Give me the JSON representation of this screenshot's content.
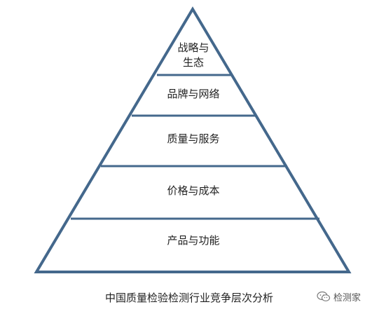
{
  "diagram": {
    "type": "pyramid",
    "colors": {
      "outline": "#44688c",
      "fill": "#ffffff",
      "text": "#222222"
    },
    "tiers": [
      {
        "label": "战略与\n生态"
      },
      {
        "label": "品牌与网络"
      },
      {
        "label": "质量与服务"
      },
      {
        "label": "价格与成本"
      },
      {
        "label": "产品与功能"
      }
    ]
  },
  "caption": "中国质量检验检测行业竞争层次分析",
  "watermark": {
    "icon": "wechat-icon",
    "text": "检测家"
  }
}
